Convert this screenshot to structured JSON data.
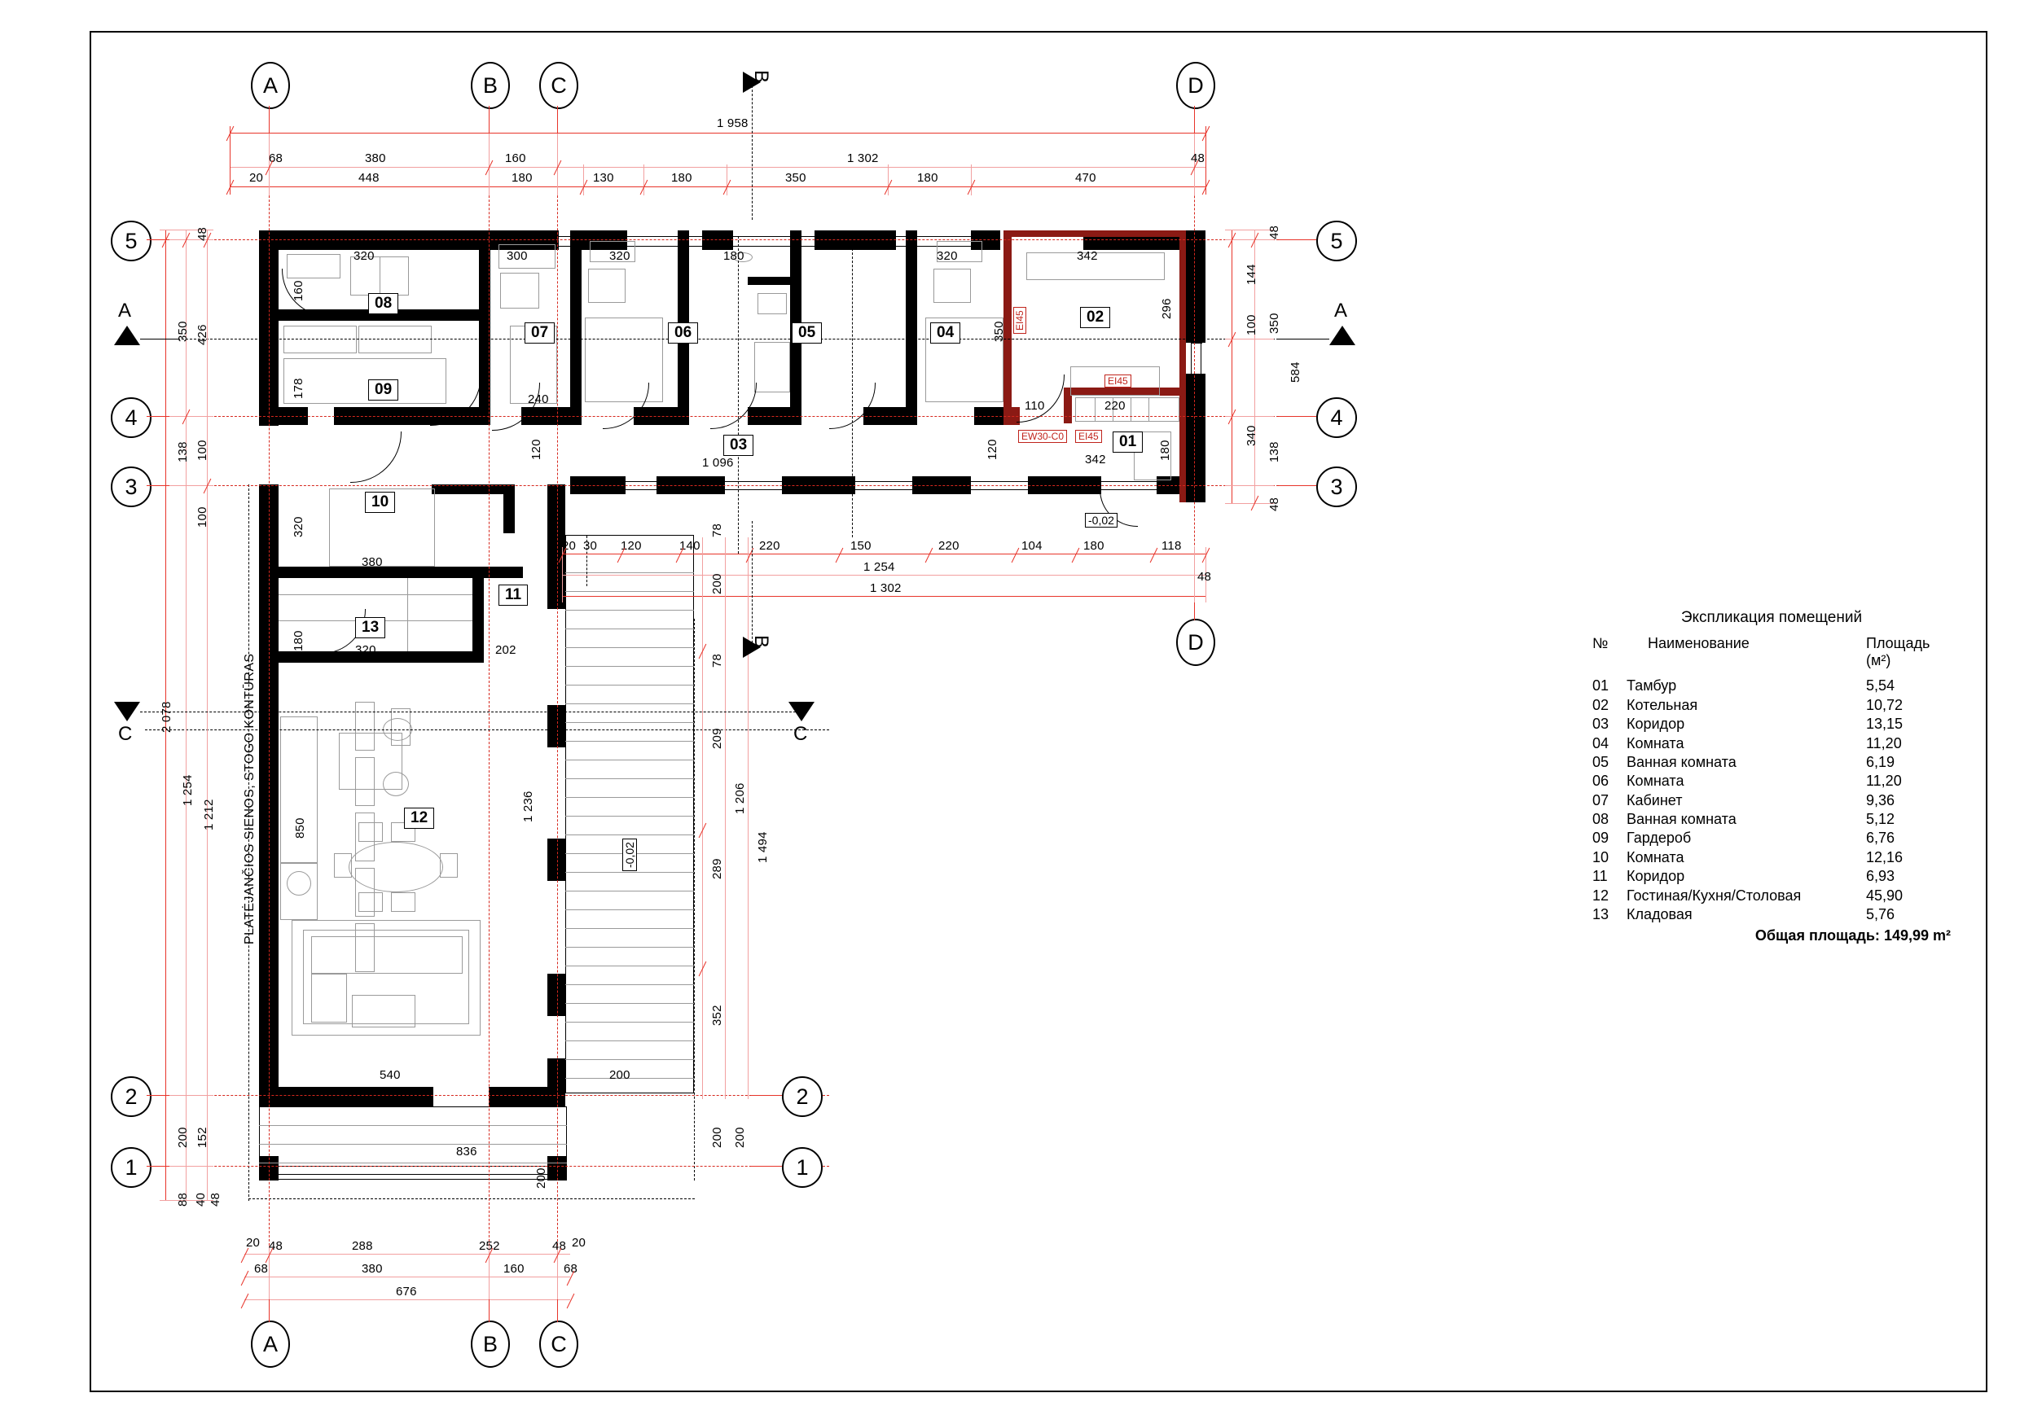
{
  "drawing": {
    "type": "architectural-floor-plan",
    "wall_note": "PLATĖJANČIOS SIENOS, STOGO KONTŪRAS",
    "level_marks": [
      "-0,02",
      "-0,02"
    ]
  },
  "grids": {
    "letters_top": [
      "A",
      "B",
      "C",
      "D"
    ],
    "letters_bottom": [
      "A",
      "B",
      "C"
    ],
    "numbers_left": [
      "5",
      "4",
      "3",
      "2",
      "1"
    ],
    "numbers_right": [
      "5",
      "4",
      "3",
      "2",
      "1"
    ]
  },
  "sections": {
    "markers": [
      "A",
      "A",
      "B",
      "B",
      "C",
      "C"
    ]
  },
  "dimensions": {
    "top_overall": "1 958",
    "top_row2": [
      "68",
      "380",
      "160",
      "1 302",
      "48"
    ],
    "top_row3": [
      "20",
      "448",
      "180",
      "130",
      "180",
      "350",
      "180",
      "470"
    ],
    "middle_chain": [
      "20",
      "30",
      "120",
      "140",
      "220",
      "150",
      "220",
      "104",
      "180",
      "118"
    ],
    "middle_sub1": "1 254",
    "middle_sub2": "1 302",
    "middle_sub3": "48",
    "bottom_chain1": [
      "20",
      "48",
      "288",
      "252",
      "48",
      "20"
    ],
    "bottom_chain2": [
      "68",
      "380",
      "160",
      "68"
    ],
    "bottom_overall": "676",
    "left_chain_upper": [
      "48",
      "350",
      "426",
      "138",
      "100",
      "100"
    ],
    "left_chain_lower": [
      "2 078",
      "1 254",
      "1 212"
    ],
    "left_bottom": [
      "200",
      "152",
      "88",
      "40",
      "48"
    ],
    "right_chain": [
      "48",
      "144",
      "100",
      "350",
      "584",
      "340",
      "138",
      "48"
    ],
    "terrace_chain": [
      "200",
      "78",
      "209",
      "289",
      "352",
      "200"
    ],
    "terrace_sub": [
      "1 206",
      "1 494"
    ],
    "interior": {
      "r08_width": "320",
      "r08_depth": "160",
      "r09_depth": "178",
      "r07_width": "300",
      "r07_door": "240",
      "r06_width": "320",
      "r05_width": "180",
      "r04_width": "320",
      "r04_depth": "350",
      "r02_width": "342",
      "r02_depth": "296",
      "r01_width": "342",
      "r01_door": "110",
      "r01_stair": "220",
      "r01_depth": "180",
      "corr03_len": "1 096",
      "corr_depth_l": "120",
      "corr_depth_r": "120",
      "r10_depth": "320",
      "r10_width": "380",
      "r13_depth": "180",
      "r13_width": "320",
      "r11_width": "202",
      "r11_len": "1 236",
      "r12_depth": "850",
      "r12_width": "540",
      "terr_width": "200",
      "terr_len": "836",
      "top_right_342": "342"
    }
  },
  "fire_tags": [
    "EI45",
    "EI45",
    "EW30-C0",
    "EI45"
  ],
  "rooms": [
    {
      "no": "01",
      "name": "Тамбур",
      "area": "5,54"
    },
    {
      "no": "02",
      "name": "Котельная",
      "area": "10,72"
    },
    {
      "no": "03",
      "name": "Коридор",
      "area": "13,15"
    },
    {
      "no": "04",
      "name": "Комната",
      "area": "11,20"
    },
    {
      "no": "05",
      "name": "Ванная комната",
      "area": "6,19"
    },
    {
      "no": "06",
      "name": "Комната",
      "area": "11,20"
    },
    {
      "no": "07",
      "name": "Кабинет",
      "area": "9,36"
    },
    {
      "no": "08",
      "name": "Ванная комната",
      "area": "5,12"
    },
    {
      "no": "09",
      "name": "Гардероб",
      "area": "6,76"
    },
    {
      "no": "10",
      "name": "Комната",
      "area": "12,16"
    },
    {
      "no": "11",
      "name": "Коридор",
      "area": "6,93"
    },
    {
      "no": "12",
      "name": "Гостиная/Кухня/Столовая",
      "area": "45,90"
    },
    {
      "no": "13",
      "name": "Кладовая",
      "area": "5,76"
    }
  ],
  "schedule": {
    "title": "Экспликация помещений",
    "col_no": "№",
    "col_name": "Наименование",
    "col_area": "Площадь (м²)",
    "total_label": "Общая площадь:",
    "total_value": "149,99 m²"
  },
  "colors": {
    "dimension_red": "#e8342a",
    "fire_red": "#c0241c",
    "wall_black": "#000000",
    "furniture_grey": "#9a9a9a"
  }
}
